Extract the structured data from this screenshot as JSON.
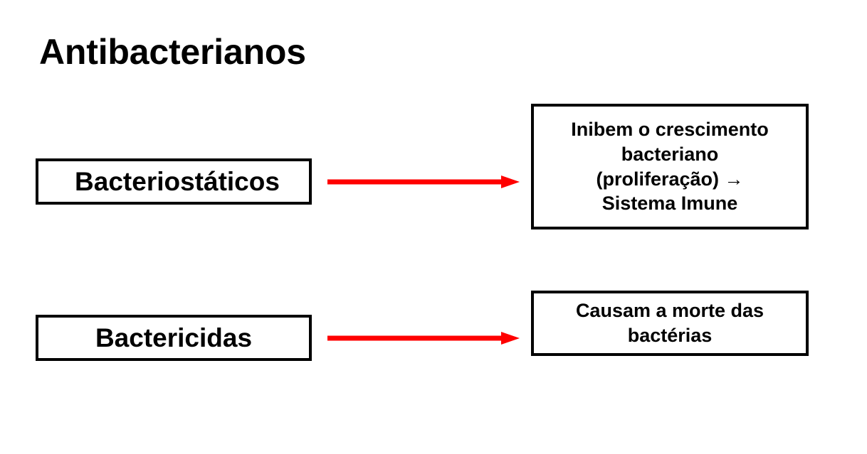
{
  "slide": {
    "title": "Antibacterianos",
    "background_color": "#FFFFFF",
    "text_color": "#000000",
    "arrow_color": "#FF0000"
  },
  "nodes": {
    "left": [
      {
        "id": "bacteriostaticos",
        "label": "Bacteriostáticos"
      },
      {
        "id": "bactericidas",
        "label": "Bactericidas"
      }
    ],
    "right": [
      {
        "id": "inibem",
        "lines": [
          "Inibem o crescimento",
          "bacteriano",
          "(proliferação) →",
          "Sistema Imune"
        ]
      },
      {
        "id": "causam",
        "lines": [
          "Causam a morte das",
          "bactérias"
        ]
      }
    ]
  },
  "connectors": [
    {
      "id": "arrow-top",
      "from": "bacteriostaticos",
      "to": "inibem",
      "style": "solid-arrow",
      "color": "#FF0000"
    },
    {
      "id": "arrow-bottom",
      "from": "bactericidas",
      "to": "causam",
      "style": "solid-arrow",
      "color": "#FF0000"
    }
  ]
}
